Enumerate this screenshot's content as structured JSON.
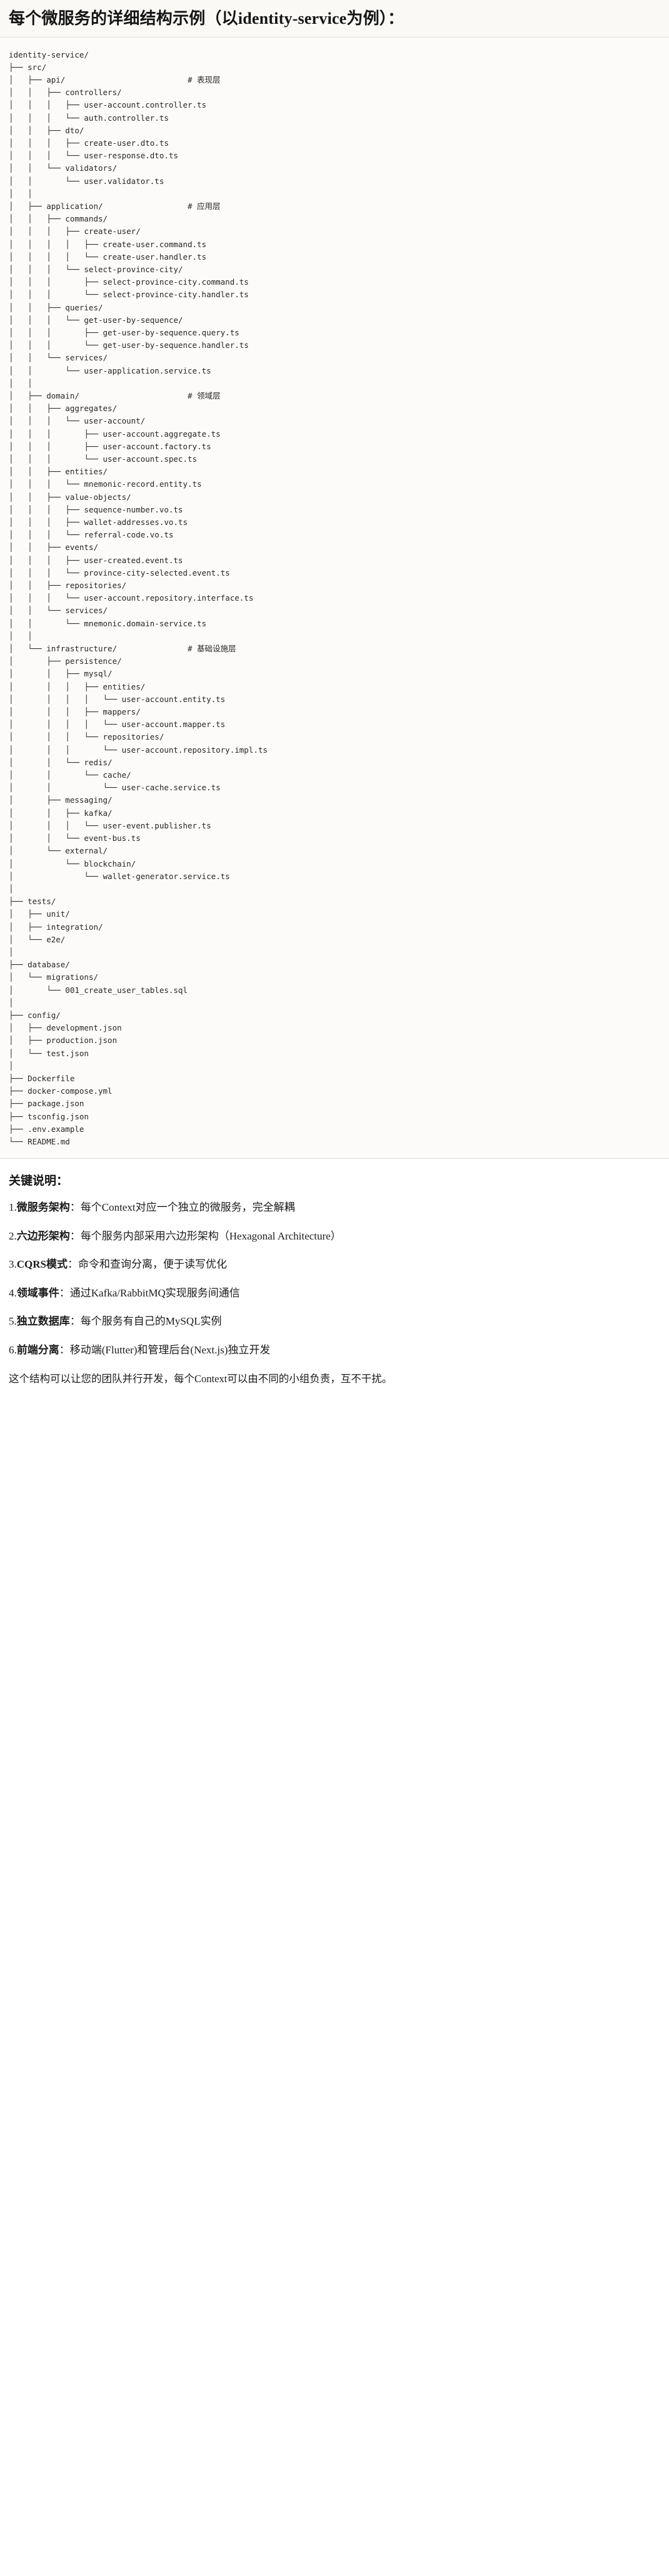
{
  "header": {
    "title": "每个微服务的详细结构示例（以identity-service为例）："
  },
  "tree": {
    "root": "identity-service/",
    "text": "identity-service/\n├── src/\n│   ├── api/                          # 表现层\n│   │   ├── controllers/\n│   │   │   ├── user-account.controller.ts\n│   │   │   └── auth.controller.ts\n│   │   ├── dto/\n│   │   │   ├── create-user.dto.ts\n│   │   │   └── user-response.dto.ts\n│   │   └── validators/\n│   │       └── user.validator.ts\n│   │\n│   ├── application/                  # 应用层\n│   │   ├── commands/\n│   │   │   ├── create-user/\n│   │   │   │   ├── create-user.command.ts\n│   │   │   │   └── create-user.handler.ts\n│   │   │   └── select-province-city/\n│   │   │       ├── select-province-city.command.ts\n│   │   │       └── select-province-city.handler.ts\n│   │   ├── queries/\n│   │   │   └── get-user-by-sequence/\n│   │   │       ├── get-user-by-sequence.query.ts\n│   │   │       └── get-user-by-sequence.handler.ts\n│   │   └── services/\n│   │       └── user-application.service.ts\n│   │\n│   ├── domain/                       # 领域层\n│   │   ├── aggregates/\n│   │   │   └── user-account/\n│   │   │       ├── user-account.aggregate.ts\n│   │   │       ├── user-account.factory.ts\n│   │   │       └── user-account.spec.ts\n│   │   ├── entities/\n│   │   │   └── mnemonic-record.entity.ts\n│   │   ├── value-objects/\n│   │   │   ├── sequence-number.vo.ts\n│   │   │   ├── wallet-addresses.vo.ts\n│   │   │   └── referral-code.vo.ts\n│   │   ├── events/\n│   │   │   ├── user-created.event.ts\n│   │   │   └── province-city-selected.event.ts\n│   │   ├── repositories/\n│   │   │   └── user-account.repository.interface.ts\n│   │   └── services/\n│   │       └── mnemonic.domain-service.ts\n│   │\n│   └── infrastructure/               # 基础设施层\n│       ├── persistence/\n│       │   ├── mysql/\n│       │   │   ├── entities/\n│       │   │   │   └── user-account.entity.ts\n│       │   │   ├── mappers/\n│       │   │   │   └── user-account.mapper.ts\n│       │   │   └── repositories/\n│       │   │       └── user-account.repository.impl.ts\n│       │   └── redis/\n│       │       └── cache/\n│       │           └── user-cache.service.ts\n│       ├── messaging/\n│       │   ├── kafka/\n│       │   │   └── user-event.publisher.ts\n│       │   └── event-bus.ts\n│       └── external/\n│           └── blockchain/\n│               └── wallet-generator.service.ts\n│\n├── tests/\n│   ├── unit/\n│   ├── integration/\n│   └── e2e/\n│\n├── database/\n│   └── migrations/\n│       └── 001_create_user_tables.sql\n│\n├── config/\n│   ├── development.json\n│   ├── production.json\n│   └── test.json\n│\n├── Dockerfile\n├── docker-compose.yml\n├── package.json\n├── tsconfig.json\n├── .env.example\n└── README.md",
    "layer_comments": [
      {
        "path": "src/api/",
        "comment": "# 表现层"
      },
      {
        "path": "src/application/",
        "comment": "# 应用层"
      },
      {
        "path": "src/domain/",
        "comment": "# 领域层"
      },
      {
        "path": "src/infrastructure/",
        "comment": "# 基础设施层"
      }
    ]
  },
  "notes": {
    "title": "关键说明：",
    "items": [
      {
        "num": "1.",
        "key": "微服务架构",
        "sep": "：",
        "text": "每个Context对应一个独立的微服务，完全解耦"
      },
      {
        "num": "2.",
        "key": "六边形架构",
        "sep": "：",
        "text": "每个服务内部采用六边形架构（Hexagonal Architecture）"
      },
      {
        "num": "3.",
        "key": "CQRS模式",
        "sep": "：",
        "text": "命令和查询分离，便于读写优化"
      },
      {
        "num": "4.",
        "key": "领域事件",
        "sep": "：",
        "text": "通过Kafka/RabbitMQ实现服务间通信"
      },
      {
        "num": "5.",
        "key": "独立数据库",
        "sep": "：",
        "text": "每个服务有自己的MySQL实例"
      },
      {
        "num": "6.",
        "key": "前端分离",
        "sep": "：",
        "text": "移动端(Flutter)和管理后台(Next.js)独立开发"
      }
    ],
    "footer": "这个结构可以让您的团队并行开发，每个Context可以由不同的小组负责，互不干扰。"
  }
}
